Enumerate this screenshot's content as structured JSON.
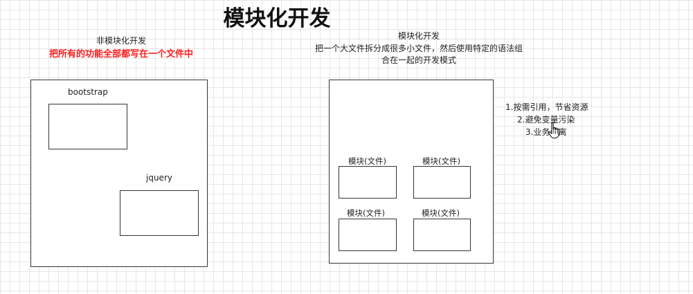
{
  "diagram": {
    "title": "模块化开发",
    "left": {
      "label": "非模块化开发",
      "emphasis": "把所有的功能全部都写在一个文件中",
      "items": [
        {
          "label": "bootstrap"
        },
        {
          "label": "jquery"
        }
      ]
    },
    "right": {
      "label": "模块化开发",
      "description": "把一个大文件拆分成很多小文件，然后使用特定的语法组合在一起的开发模式",
      "modules": [
        {
          "label": "模块(文件)"
        },
        {
          "label": "模块(文件)"
        },
        {
          "label": "模块(文件)"
        },
        {
          "label": "模块(文件)"
        }
      ]
    },
    "benefits": [
      "1.按需引用，节省资源",
      "2.避免变量污染",
      "3.业务分离"
    ],
    "colors": {
      "emphasis": "#ff1a1a",
      "grid": "#e6e6e6",
      "stroke": "#333333"
    },
    "icons": {
      "cursor": "hand-pointer-icon"
    }
  }
}
